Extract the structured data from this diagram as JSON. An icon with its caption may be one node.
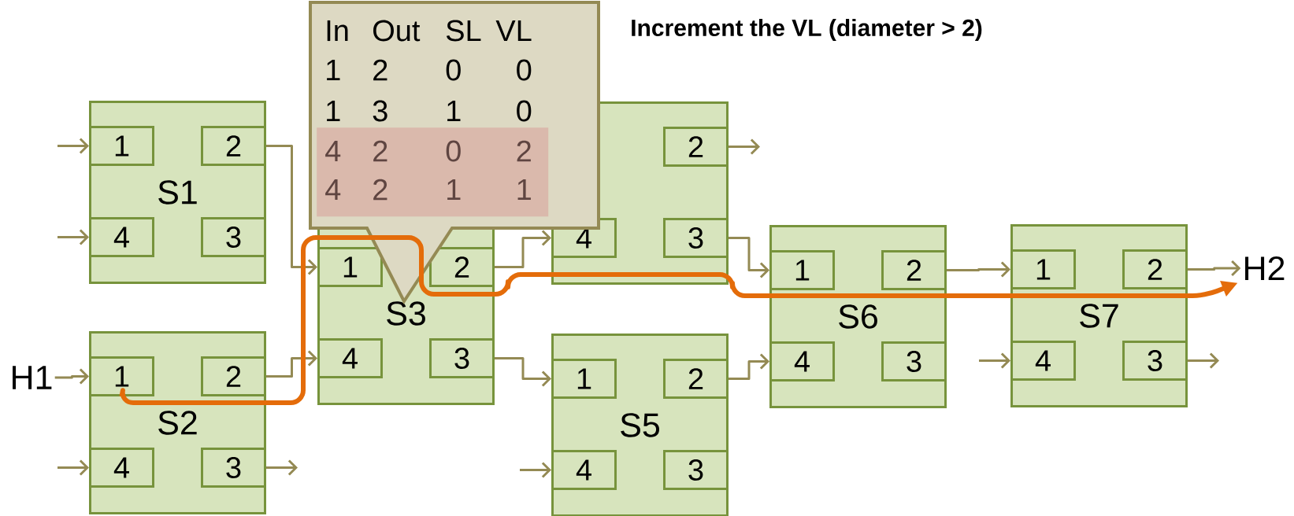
{
  "diagram": {
    "title": "Increment the VL (diameter > 2)",
    "nodes": [
      {
        "text": [
          "In",
          "Out",
          "SL",
          "VL",
          "1",
          "2",
          "0",
          "0",
          "1",
          "3",
          "1",
          "0"
        ]
      },
      {
        "text": [
          "4",
          "2",
          "0",
          "2",
          "4",
          "2",
          "1",
          "1"
        ],
        "in": 0
      },
      {
        "text": [
          "S1"
        ]
      },
      {
        "text": [
          "1"
        ],
        "in": 2
      },
      {
        "text": [
          "2"
        ],
        "in": 2
      },
      {
        "text": [
          "4"
        ],
        "in": 2
      },
      {
        "text": [
          "3"
        ],
        "in": 2
      },
      {
        "text": [
          "S2"
        ]
      },
      {
        "text": [
          "1"
        ],
        "in": 7
      },
      {
        "text": [
          "2"
        ],
        "in": 7
      },
      {
        "text": [
          "4"
        ],
        "in": 7
      },
      {
        "text": [
          "3"
        ],
        "in": 7
      },
      {
        "text": [
          "S3"
        ]
      },
      {
        "text": [
          "1"
        ],
        "in": 12
      },
      {
        "text": [
          "2"
        ],
        "in": 12
      },
      {
        "text": [
          "4"
        ],
        "in": 12
      },
      {
        "text": [
          "3"
        ],
        "in": 12
      },
      {
        "text": [],
        "shape": "box"
      },
      {
        "text": [
          "2"
        ],
        "in": 17
      },
      {
        "text": [
          "4"
        ],
        "in": 17
      },
      {
        "text": [
          "3"
        ],
        "in": 17
      },
      {
        "text": [
          "S5"
        ]
      },
      {
        "text": [
          "1"
        ],
        "in": 21
      },
      {
        "text": [
          "2"
        ],
        "in": 21
      },
      {
        "text": [
          "4"
        ],
        "in": 21
      },
      {
        "text": [
          "3"
        ],
        "in": 21
      },
      {
        "text": [
          "S6"
        ]
      },
      {
        "text": [
          "1"
        ],
        "in": 26
      },
      {
        "text": [
          "2"
        ],
        "in": 26
      },
      {
        "text": [
          "4"
        ],
        "in": 26
      },
      {
        "text": [
          "3"
        ],
        "in": 26
      },
      {
        "text": [
          "S7"
        ]
      },
      {
        "text": [
          "1"
        ],
        "in": 31
      },
      {
        "text": [
          "2"
        ],
        "in": 31
      },
      {
        "text": [
          "4"
        ],
        "in": 31
      },
      {
        "text": [
          "3"
        ],
        "in": 31
      },
      {
        "text": [
          "H1"
        ]
      },
      {
        "text": [
          "H2"
        ]
      }
    ],
    "edges": [
      {
        "from": 36,
        "to": 8,
        "arrow": "to"
      },
      {
        "from": null,
        "to": 3,
        "arrow": "to"
      },
      {
        "from": null,
        "to": 5,
        "arrow": "to"
      },
      {
        "from": 4,
        "to": 13,
        "arrow": "to"
      },
      {
        "from": null,
        "to": 10,
        "arrow": "to"
      },
      {
        "from": 11,
        "to": null,
        "arrow": "to"
      },
      {
        "from": 9,
        "to": 15,
        "arrow": "to"
      },
      {
        "from": 14,
        "to": 19,
        "arrow": "to"
      },
      {
        "from": 16,
        "to": 22,
        "arrow": "to"
      },
      {
        "from": 18,
        "to": null,
        "arrow": "to"
      },
      {
        "from": 20,
        "to": 27,
        "arrow": "to"
      },
      {
        "from": null,
        "to": 24,
        "arrow": "to"
      },
      {
        "from": 23,
        "to": 29,
        "arrow": "to"
      },
      {
        "from": 28,
        "to": 32,
        "arrow": "to"
      },
      {
        "from": null,
        "to": 34,
        "arrow": "to"
      },
      {
        "from": 35,
        "to": null,
        "arrow": "to"
      },
      {
        "from": 33,
        "to": 37,
        "arrow": "to"
      },
      {
        "from": 8,
        "to": 37,
        "arrow": "to",
        "style": "thick",
        "color": "#e46c0a"
      }
    ]
  }
}
